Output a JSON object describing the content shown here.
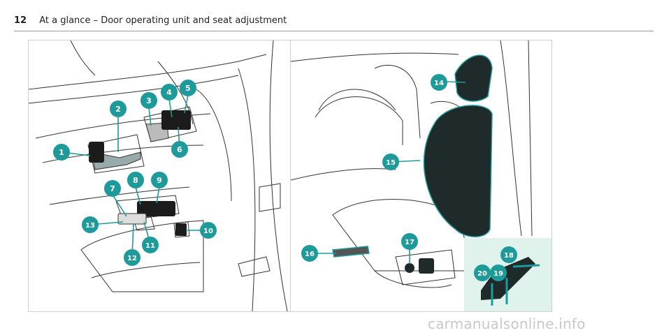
{
  "header": {
    "page_number": "12",
    "title": "At a glance – Door operating unit and seat adjustment"
  },
  "callouts": [
    "1",
    "2",
    "3",
    "4",
    "5",
    "6",
    "7",
    "8",
    "9",
    "10",
    "11",
    "12",
    "13",
    "14",
    "15",
    "16",
    "17",
    "18",
    "19",
    "20"
  ],
  "colors": {
    "accent": "#1e9a9a",
    "inset_background": "#dff3ec",
    "line_art": "#333333",
    "seat": "#1f2a2a"
  },
  "watermark": "carmanualsonline.info"
}
